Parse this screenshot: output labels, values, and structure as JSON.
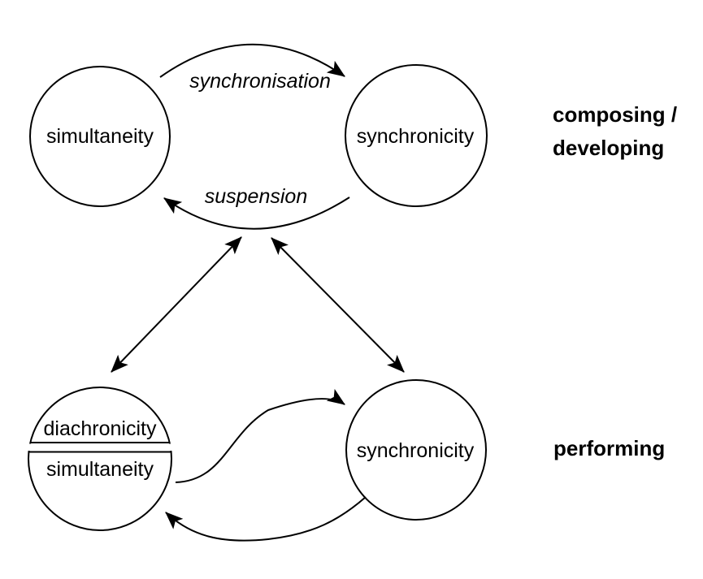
{
  "diagram": {
    "colors": {
      "line": "#000000",
      "background": "#ffffff",
      "text": "#000000"
    },
    "nodes": {
      "top_left": {
        "label": "simultaneity"
      },
      "top_right": {
        "label": "synchronicity"
      },
      "bottom_left": {
        "top_label": "diachronicity",
        "bottom_label": "simultaneity"
      },
      "bottom_right": {
        "label": "synchronicity"
      }
    },
    "edges": {
      "synchronisation": {
        "label": "synchronisation",
        "from": "top_left",
        "to": "top_right",
        "style": "curved-arrow"
      },
      "suspension": {
        "label": "suspension",
        "from": "top_right",
        "to": "top_left",
        "style": "curved-arrow"
      },
      "link_left": {
        "from": "center",
        "to": "bottom_left",
        "style": "double-headed-arrow"
      },
      "link_right": {
        "from": "center",
        "to": "bottom_right",
        "style": "double-headed-arrow"
      },
      "perform_forward": {
        "from": "bottom_left",
        "to": "bottom_right",
        "style": "s-curved-arrow"
      },
      "perform_return": {
        "from": "bottom_right",
        "to": "bottom_left",
        "style": "curved-arrow"
      }
    },
    "annotations": {
      "top_group": {
        "line1": "composing /",
        "line2": "developing"
      },
      "bottom_group": {
        "label": "performing"
      }
    }
  }
}
